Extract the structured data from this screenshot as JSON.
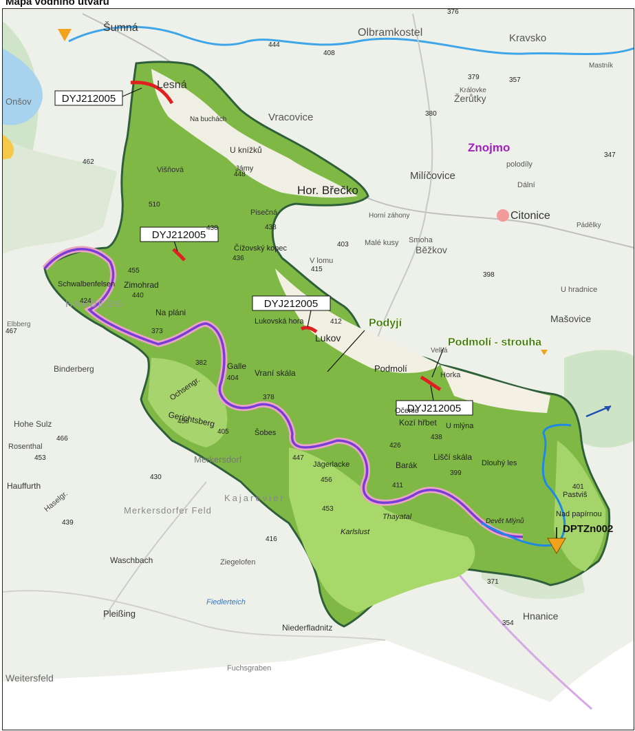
{
  "header": {
    "title": "Mapa vodního útvaru"
  },
  "colors": {
    "water_body_fill": "#7fb845",
    "water_body_border": "#2f5f3a",
    "river_thaya": "#7a3cd6",
    "river_blue": "#1e88e5",
    "sampling_marker": "#f3a21b",
    "highlight_red": "#e02020",
    "municipality_label": "#a020c0",
    "name_label": "#2e6b00"
  },
  "labels": {
    "water_body_ids": [
      "DYJ212005",
      "DYJ212005",
      "DYJ212005",
      "DYJ212005"
    ],
    "water_body_names": [
      "Podyjí",
      "Podmolí - strouha"
    ],
    "municipality": "Znojmo",
    "sampling_point": "DPTZn002"
  },
  "place_names": {
    "sumna": "Šumná",
    "olbramkostel": "Olbramkostel",
    "kravsko": "Kravsko",
    "lesna": "Lesná",
    "onsov": "Onšov",
    "vracovice": "Vracovice",
    "zerutky": "Žerůtky",
    "hor_brecko": "Hor. Břečko",
    "milicovice": "Milíčovice",
    "citonice": "Citonice",
    "bezkov": "Běžkov",
    "lukov": "Lukov",
    "podmoli": "Podmolí",
    "masovice": "Mašovice",
    "hardegg": "HARDEGG",
    "merkersdorf": "Merkersdorf",
    "kajarevier": "Kajarevier",
    "merkersdorfer_feld": "Merkersdorfer Feld",
    "hauffurth": "Hauffurth",
    "waschbach": "Waschbach",
    "pleissing": "Pleißing",
    "niederfladnitz": "Niederfladnitz",
    "fuchsgraben": "Fuchsgraben",
    "hnanice": "Hnanice",
    "weitersfeld": "Weitersfeld",
    "ziegelofen": "Ziegelofen",
    "fiedlerteich": "Fiedlerteich",
    "gerichtsberg": "Gerichtsberg",
    "ochsengr": "Ochsengr.",
    "galle": "Galle",
    "jagerlacke": "Jägerlacke",
    "karlslust": "Karlslust",
    "thayatal": "Thayatal",
    "dlouhy_les": "Dlouhý les",
    "kozi_hrbet": "Kozí hřbet",
    "pastvis": "Pastviš",
    "nad_papirnou": "Nad papírnou",
    "lisci_skala": "Liščí skála",
    "barak": "Barák",
    "u_mlyna": "U mlýna",
    "deveti_mlynu": "Devět Mlýnů",
    "sobes": "Šobes",
    "schwalbenfelsen": "Schwalbenfelsen",
    "na_plani": "Na pláni",
    "u_knizku": "U knížků",
    "jamy": "Jámy",
    "pisecna": "Pisečná",
    "horka": "Horka",
    "ocenie": "Očenie",
    "smoha": "Smoha",
    "male_kusy": "Malé kusy",
    "u_hradnice": "U hradnice",
    "padelky": "Pádělky",
    "velka": "Velká",
    "mastnik": "Mastník",
    "kralovke": "Královke",
    "polodily": "polodíly",
    "horni_zahony": "Horní záhony",
    "dalni": "Dální",
    "viseovec": "Višňová",
    "na_buchach": "Na buchách",
    "zimohrad": "Zimohrad",
    "cizovsky_kopec": "Čížovský kopec",
    "lukovska_hora": "Lukovská hora",
    "vrani_skala": "Vraní skála",
    "v_lomu": "V lomu",
    "binderberg": "Binderberg",
    "hohe_sulz": "Hohe Sulz",
    "rosenthal": "Rosenthal",
    "haselgr": "Haselgr.",
    "elbberg": "Elbberg"
  },
  "elevations": [
    "444",
    "448",
    "438",
    "436",
    "455",
    "440",
    "424",
    "373",
    "382",
    "404",
    "378",
    "405",
    "458",
    "447",
    "456",
    "453",
    "426",
    "411",
    "399",
    "438",
    "401",
    "412",
    "403",
    "415",
    "408",
    "376",
    "379",
    "357",
    "380",
    "347",
    "398",
    "466",
    "453",
    "430",
    "439",
    "416",
    "371",
    "354",
    "462",
    "467",
    "510",
    "438"
  ]
}
